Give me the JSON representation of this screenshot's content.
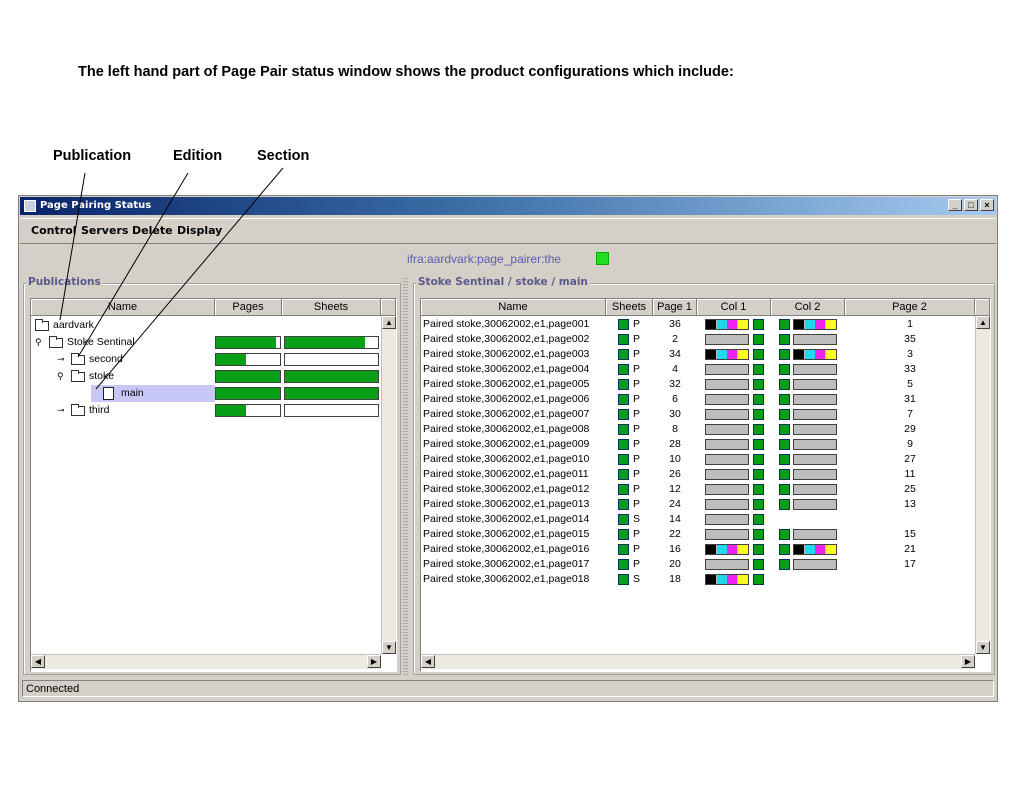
{
  "heading": "The left hand part of Page Pair status window shows the product configurations which include:",
  "annotations": [
    "Publication",
    "Edition",
    "Section"
  ],
  "window": {
    "title": "Page Pairing Status",
    "controls": [
      "_",
      "□",
      "×"
    ],
    "menu": [
      "Control",
      "Servers",
      "Delete",
      "Display"
    ],
    "server": "ifra:aardvark:page_pairer:the",
    "server_indicator_color": "#22dd22",
    "status": "Connected"
  },
  "publications": {
    "label": "Publications",
    "columns": [
      "Name",
      "Pages",
      "Sheets"
    ],
    "rows": [
      {
        "name": "aardvark",
        "pages": null,
        "sheets": null,
        "level": 0,
        "icon": "folder-icon",
        "toggle": ""
      },
      {
        "name": "Stoke Sentinal",
        "pages": 0.94,
        "sheets": 0.86,
        "level": 0,
        "icon": "folder-icon",
        "toggle": "expanded"
      },
      {
        "name": "second",
        "pages": 0.47,
        "sheets": 0.0,
        "level": 1,
        "icon": "folder-icon",
        "toggle": "collapsed"
      },
      {
        "name": "stoke",
        "pages": 1.0,
        "sheets": 1.0,
        "level": 1,
        "icon": "folder-icon",
        "toggle": "expanded"
      },
      {
        "name": "main",
        "pages": 1.0,
        "sheets": 1.0,
        "level": 2,
        "icon": "document-icon",
        "toggle": "",
        "selected": true
      },
      {
        "name": "third",
        "pages": 0.47,
        "sheets": 0.0,
        "level": 1,
        "icon": "folder-icon",
        "toggle": "collapsed"
      }
    ]
  },
  "detail": {
    "label": "Stoke Sentinal / stoke / main",
    "columns": [
      "Name",
      "Sheets",
      "Page 1",
      "Col 1",
      "Col 2",
      "Page 2"
    ],
    "rows": [
      {
        "name": "Paired stoke,30062002,e1,page001",
        "sheet": "P",
        "page1": "36",
        "col1": "cmyk",
        "col2": "cmyk",
        "page2": "1"
      },
      {
        "name": "Paired stoke,30062002,e1,page002",
        "sheet": "P",
        "page1": "2",
        "col1": "grey",
        "col2": "grey",
        "page2": "35"
      },
      {
        "name": "Paired stoke,30062002,e1,page003",
        "sheet": "P",
        "page1": "34",
        "col1": "cmyk",
        "col2": "cmyk",
        "page2": "3"
      },
      {
        "name": "Paired stoke,30062002,e1,page004",
        "sheet": "P",
        "page1": "4",
        "col1": "grey",
        "col2": "grey",
        "page2": "33"
      },
      {
        "name": "Paired stoke,30062002,e1,page005",
        "sheet": "P",
        "page1": "32",
        "col1": "grey",
        "col2": "grey",
        "page2": "5"
      },
      {
        "name": "Paired stoke,30062002,e1,page006",
        "sheet": "P",
        "page1": "6",
        "col1": "grey",
        "col2": "grey",
        "page2": "31"
      },
      {
        "name": "Paired stoke,30062002,e1,page007",
        "sheet": "P",
        "page1": "30",
        "col1": "grey",
        "col2": "grey",
        "page2": "7"
      },
      {
        "name": "Paired stoke,30062002,e1,page008",
        "sheet": "P",
        "page1": "8",
        "col1": "grey",
        "col2": "grey",
        "page2": "29"
      },
      {
        "name": "Paired stoke,30062002,e1,page009",
        "sheet": "P",
        "page1": "28",
        "col1": "grey",
        "col2": "grey",
        "page2": "9"
      },
      {
        "name": "Paired stoke,30062002,e1,page010",
        "sheet": "P",
        "page1": "10",
        "col1": "grey",
        "col2": "grey",
        "page2": "27"
      },
      {
        "name": "Paired stoke,30062002,e1,page011",
        "sheet": "P",
        "page1": "26",
        "col1": "grey",
        "col2": "grey",
        "page2": "11"
      },
      {
        "name": "Paired stoke,30062002,e1,page012",
        "sheet": "P",
        "page1": "12",
        "col1": "grey",
        "col2": "grey",
        "page2": "25"
      },
      {
        "name": "Paired stoke,30062002,e1,page013",
        "sheet": "P",
        "page1": "24",
        "col1": "grey",
        "col2": "grey",
        "page2": "13"
      },
      {
        "name": "Paired stoke,30062002,e1,page014",
        "sheet": "S",
        "page1": "14",
        "col1": "grey",
        "col2": "",
        "page2": ""
      },
      {
        "name": "Paired stoke,30062002,e1,page015",
        "sheet": "P",
        "page1": "22",
        "col1": "grey",
        "col2": "grey",
        "page2": "15"
      },
      {
        "name": "Paired stoke,30062002,e1,page016",
        "sheet": "P",
        "page1": "16",
        "col1": "cmyk",
        "col2": "cmyk",
        "page2": "21"
      },
      {
        "name": "Paired stoke,30062002,e1,page017",
        "sheet": "P",
        "page1": "20",
        "col1": "grey",
        "col2": "grey",
        "page2": "17"
      },
      {
        "name": "Paired stoke,30062002,e1,page018",
        "sheet": "S",
        "page1": "18",
        "col1": "cmyk",
        "col2": "",
        "page2": ""
      }
    ]
  },
  "colors": {
    "green": "#089e18",
    "black": "#000000",
    "cyan": "#22d8e8",
    "magenta": "#ee22ee",
    "yellow": "#ffff22",
    "grey": "#bdbdbd"
  }
}
